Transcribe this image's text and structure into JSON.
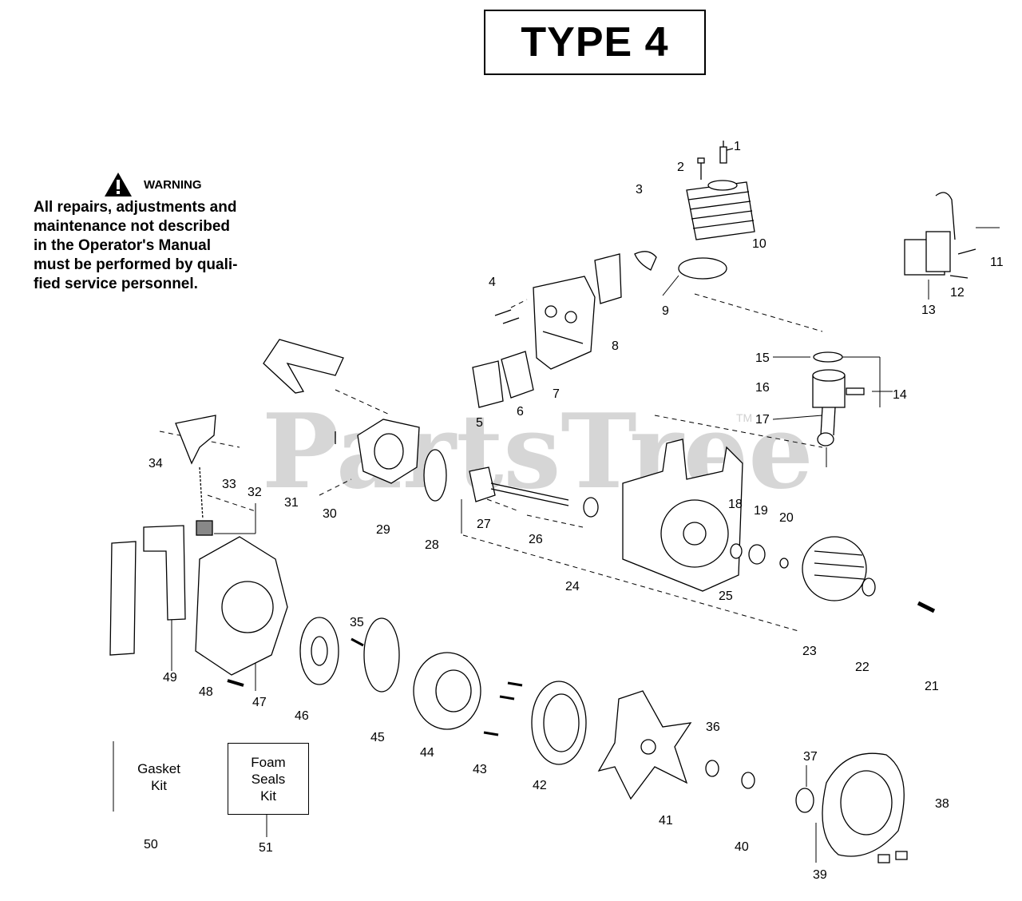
{
  "title": "TYPE 4",
  "watermark": "PartsTree",
  "trademark": "TM",
  "warning": {
    "heading": "WARNING",
    "lines": [
      "All repairs, adjustments and",
      "maintenance not described",
      "in the Operator's Manual",
      "must be performed by quali-",
      "fied  service personnel."
    ]
  },
  "kits": {
    "gasket": [
      "Gasket",
      "Kit"
    ],
    "foam": [
      "Foam",
      "Seals",
      "Kit"
    ]
  },
  "part_numbers": [
    "1",
    "2",
    "3",
    "4",
    "5",
    "6",
    "7",
    "8",
    "9",
    "10",
    "11",
    "12",
    "13",
    "14",
    "15",
    "16",
    "17",
    "18",
    "19",
    "20",
    "21",
    "22",
    "23",
    "24",
    "25",
    "26",
    "27",
    "28",
    "29",
    "30",
    "31",
    "32",
    "33",
    "34",
    "35",
    "36",
    "37",
    "38",
    "39",
    "40",
    "41",
    "42",
    "43",
    "44",
    "45",
    "46",
    "47",
    "48",
    "49",
    "50",
    "51"
  ],
  "colors": {
    "ink": "#000000",
    "watermark": "#d6d6d6",
    "part_shade": "#8a8a8a"
  }
}
